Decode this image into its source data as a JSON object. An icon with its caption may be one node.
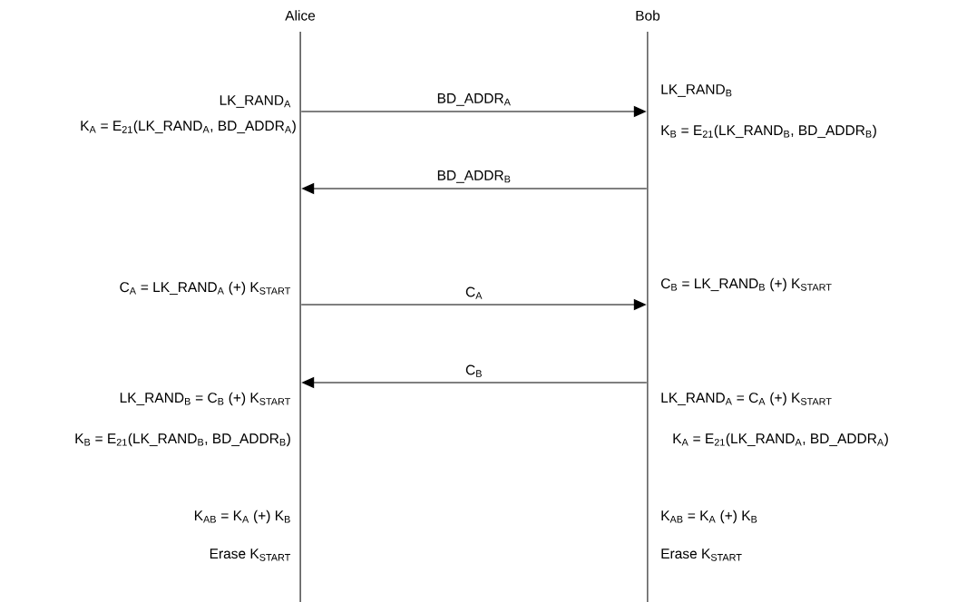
{
  "diagram": {
    "nodes": [
      {
        "text": [
          "Alice"
        ]
      },
      {
        "text": [
          "Bob"
        ]
      }
    ],
    "edges": [
      {
        "from": 0,
        "to": 1,
        "arrow": "to",
        "label": "BD_ADDR$_{A}$"
      },
      {
        "from": 1,
        "to": 0,
        "arrow": "to",
        "label": "BD_ADDR$_{B}$"
      },
      {
        "from": 0,
        "to": 1,
        "arrow": "to",
        "label": "C$_{A}$"
      },
      {
        "from": 1,
        "to": 0,
        "arrow": "to",
        "label": "C$_{B}$"
      }
    ],
    "labels": [
      "LK_RAND$_{B}$",
      "LK_RAND$_{A}$",
      "K$_{A}$ = E$_{21}$(LK_RAND$_{A}$, BD_ADDR$_{A}$)",
      "K$_{B}$ = E$_{21}$(LK_RAND$_{B}$, BD_ADDR$_{B}$)",
      "C$_{A}$ = LK_RAND$_{A}$ (+) K$_{START}$",
      "C$_{B}$ = LK_RAND$_{B}$ (+) K$_{START}$",
      "LK_RAND$_{B}$ = C$_{B}$ (+) K$_{START}$",
      "LK_RAND$_{A}$ = C$_{A}$ (+) K$_{START}$",
      "K$_{B}$ = E$_{21}$(LK_RAND$_{B}$, BD_ADDR$_{B}$)",
      "K$_{A}$ = E$_{21}$(LK_RAND$_{A}$, BD_ADDR$_{A}$)",
      "K$_{AB}$ = K$_{A}$ (+) K$_{B}$",
      "K$_{AB}$ = K$_{A}$ (+) K$_{B}$",
      "Erase K$_{START}$",
      "Erase K$_{START}$"
    ]
  }
}
